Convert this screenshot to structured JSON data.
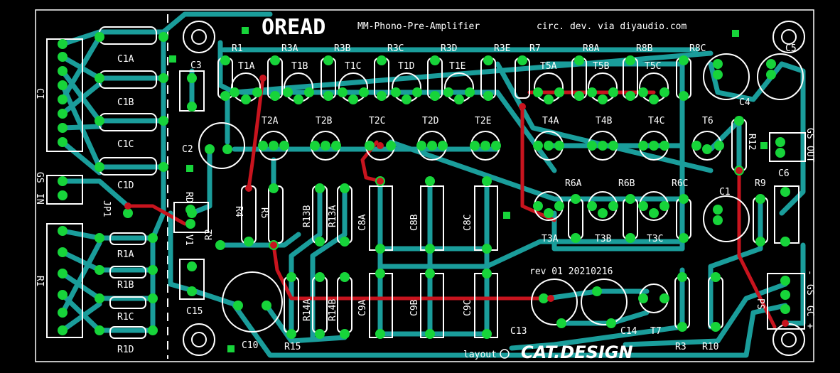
{
  "board": {
    "title": "OREAD",
    "subtitle": "MM-Phono-Pre-Amplifier",
    "credit": "circ. dev. via diyaudio.com",
    "revision": "rev 01 20210216",
    "layout_label": "layout",
    "brand": "CAT.DESIGN",
    "colors": {
      "background": "#000000",
      "trace": "#1a9d9b",
      "red_trace": "#c8141e",
      "pad": "#17d43a",
      "silk": "#ffffff"
    }
  },
  "labels": {
    "CI": "CI",
    "C1A": "C1A",
    "C1B": "C1B",
    "C1C": "C1C",
    "C1D": "C1D",
    "RI": "RI",
    "R1A": "R1A",
    "R1B": "R1B",
    "R1C": "R1C",
    "R1D": "R1D",
    "IN": "IN",
    "GS_L": "GS",
    "JP1": "JP1",
    "C3": "C3",
    "C2": "C2",
    "C15": "C15",
    "C10": "C10",
    "R15": "R15",
    "R1": "R1",
    "R2": "R2",
    "R4": "R4",
    "R5": "R5",
    "R3": "R3",
    "R10": "R10",
    "R3A": "R3A",
    "R3B": "R3B",
    "R3C": "R3C",
    "R3D": "R3D",
    "R3E": "R3E",
    "T1A": "T1A",
    "T1B": "T1B",
    "T1C": "T1C",
    "T1D": "T1D",
    "T1E": "T1E",
    "T2A": "T2A",
    "T2B": "T2B",
    "T2C": "T2C",
    "T2D": "T2D",
    "T2E": "T2E",
    "R13B": "R13B",
    "R13A": "R13A",
    "R14A": "R14A",
    "R14B": "R14B",
    "C8A": "C8A",
    "C8B": "C8B",
    "C8C": "C8C",
    "C9A": "C9A",
    "C9B": "C9B",
    "C9C": "C9C",
    "R7": "R7",
    "R8A": "R8A",
    "R8B": "R8B",
    "R8C": "R8C",
    "T5A": "T5A",
    "T5B": "T5B",
    "T5C": "T5C",
    "T4A": "T4A",
    "T4B": "T4B",
    "T4C": "T4C",
    "R6A": "R6A",
    "R6B": "R6B",
    "R6C": "R6C",
    "T3A": "T3A",
    "T3B": "T3B",
    "T3C": "T3C",
    "C13": "C13",
    "C14": "C14",
    "T7": "T7",
    "T6": "T6",
    "C4": "C4",
    "C5": "C5",
    "C1": "C1",
    "C6": "C6",
    "R12": "R12",
    "R9": "R9",
    "OUT": "OUT",
    "GS_R": "GS",
    "PS": "PS",
    "GS_P": "GS",
    "GC": "GC",
    "plus": "+",
    "minus": "-",
    "RD": "RD",
    "V1": "V1"
  }
}
